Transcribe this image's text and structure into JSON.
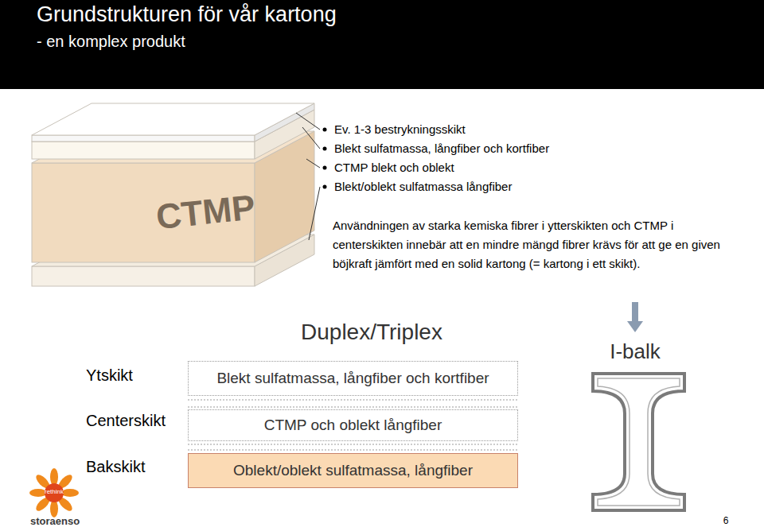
{
  "diagram": {
    "title": "Grundstrukturen för vår kartong",
    "nodes": [
      {
        "text": [
          "Blekt sulfatmassa, långfiber och kortfiber"
        ]
      },
      {
        "text": [
          "CTMP och oblekt långfiber"
        ]
      },
      {
        "text": [
          "Oblekt/oblekt sulfatmassa, långfiber"
        ]
      }
    ],
    "labels": [
      "- en komplex produkt",
      "CTMP",
      "Ev. 1-3 bestrykningsskikt",
      "Blekt sulfatmassa, långfiber och kortfiber",
      "CTMP blekt och oblekt",
      "Blekt/oblekt sulfatmassa långfiber",
      "Användningen av starka kemiska fibrer i ytterskikten och CTMP i centerskikten innebär att en mindre mängd fibrer krävs för att ge en given böjkraft jämfört med en solid kartong (= kartong i ett skikt).",
      "Duplex/Triplex",
      "I-balk",
      "Ytskikt",
      "Centerskikt",
      "Bakskikt",
      "rethink",
      "storaenso",
      "6"
    ]
  }
}
